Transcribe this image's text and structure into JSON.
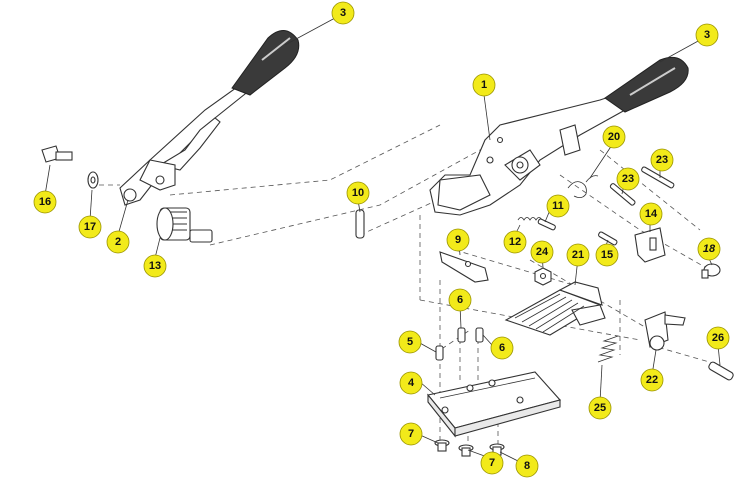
{
  "callouts": [
    {
      "id": "c1",
      "label": "1"
    },
    {
      "id": "c2",
      "label": "2"
    },
    {
      "id": "c3a",
      "label": "3"
    },
    {
      "id": "c3b",
      "label": "3"
    },
    {
      "id": "c4",
      "label": "4"
    },
    {
      "id": "c5",
      "label": "5"
    },
    {
      "id": "c6a",
      "label": "6"
    },
    {
      "id": "c6b",
      "label": "6"
    },
    {
      "id": "c7a",
      "label": "7"
    },
    {
      "id": "c7b",
      "label": "7"
    },
    {
      "id": "c8",
      "label": "8"
    },
    {
      "id": "c9",
      "label": "9"
    },
    {
      "id": "c10",
      "label": "10"
    },
    {
      "id": "c11",
      "label": "11"
    },
    {
      "id": "c12",
      "label": "12"
    },
    {
      "id": "c13",
      "label": "13"
    },
    {
      "id": "c14",
      "label": "14"
    },
    {
      "id": "c15",
      "label": "15"
    },
    {
      "id": "c16",
      "label": "16"
    },
    {
      "id": "c17",
      "label": "17"
    },
    {
      "id": "c18",
      "label": "18"
    },
    {
      "id": "c20",
      "label": "20"
    },
    {
      "id": "c21",
      "label": "21"
    },
    {
      "id": "c22",
      "label": "22"
    },
    {
      "id": "c23a",
      "label": "23"
    },
    {
      "id": "c23b",
      "label": "23"
    },
    {
      "id": "c24",
      "label": "24"
    },
    {
      "id": "c25",
      "label": "25"
    },
    {
      "id": "c26",
      "label": "26"
    }
  ],
  "colors": {
    "badge_fill": "#f2ea1a",
    "grip": "#3a3a3a",
    "line": "#333333"
  }
}
